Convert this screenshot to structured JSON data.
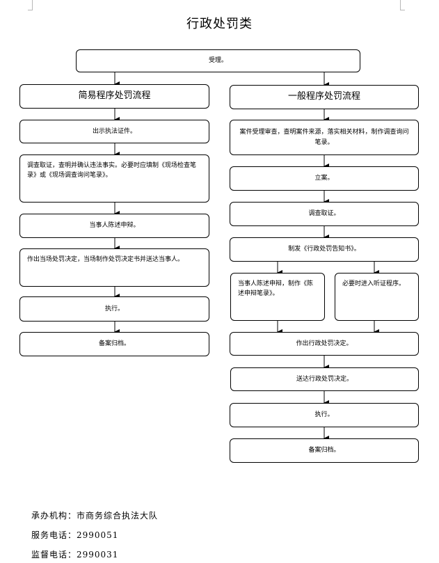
{
  "title": "行政处罚类",
  "top": "受理。",
  "simple": {
    "header": "简易程序处罚流程",
    "steps": [
      "出示执法证件。",
      "调查取证，查明并确认违法事实。必要时应填制《现场检查笔录》或《现场调查询问笔录》。",
      "当事人陈述申辩。",
      "作出当场处罚决定，当场制作处罚决定书并送达当事人。",
      "执行。",
      "备案归档。"
    ]
  },
  "general": {
    "header": "一般程序处罚流程",
    "steps": [
      "案件受理审查，查明案件来源，落实相关材料，制作调查询问笔录。",
      "立案。",
      "调查取证。",
      "制发《行政处罚告知书》。"
    ],
    "branch_left": "当事人陈述申辩，制作《陈述申辩笔录》。",
    "branch_right": "必要时进入听证程序。",
    "after": [
      "作出行政处罚决定。",
      "送达行政处罚决定。",
      "执行。",
      "备案归档。"
    ]
  },
  "footer": {
    "org": "承办机构：市商务综合执法大队",
    "service": "服务电话：2990051",
    "supervise": "监督电话：2990031"
  }
}
